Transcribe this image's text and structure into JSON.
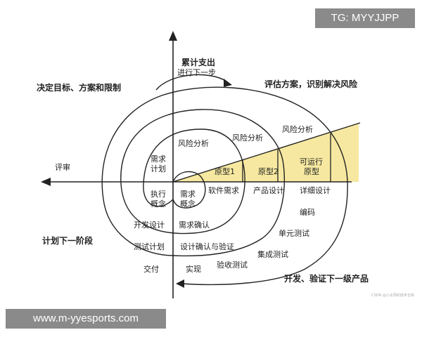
{
  "watermarks": {
    "top": "TG: MYYJJPP",
    "bottom": "www.m-yyesports.com",
    "credit": "CSDN @小太阳的技术仓库"
  },
  "quadrants": {
    "top_left": "决定目标、方案和限制",
    "top_right": "评估方案，识别解决风险",
    "bottom_left": "计划下一阶段",
    "bottom_right": "开发、验证下一级产品"
  },
  "axes": {
    "top_line1": "累计支出",
    "top_line2": "进行下一步",
    "left": "评审"
  },
  "risk_analysis": [
    "风险分析",
    "风险分析",
    "风险分析"
  ],
  "prototypes": [
    "原型1",
    "原型2",
    "可运行",
    "原型"
  ],
  "requirements": {
    "plan_top": "需求",
    "plan_bottom": "计划",
    "exec_top": "执行",
    "exec_bottom": "概念",
    "req_top": "需求",
    "req_bottom": "概念"
  },
  "activities": {
    "software_req": "软件需求",
    "product_design": "产品设计",
    "detailed_design": "详细设计",
    "coding": "编码",
    "unit_test": "单元测试",
    "integration_test": "集成测试",
    "acceptance_test": "验收测试",
    "req_confirm": "需求确认",
    "design_confirm": "设计确认与验证",
    "dev_plan": "开发设计",
    "test_plan": "测试计划",
    "delivery": "交付",
    "implementation": "实现"
  },
  "colors": {
    "highlight": "#f6e8a0",
    "ink": "#222222",
    "watermark_bg": "#8a8a8a"
  }
}
